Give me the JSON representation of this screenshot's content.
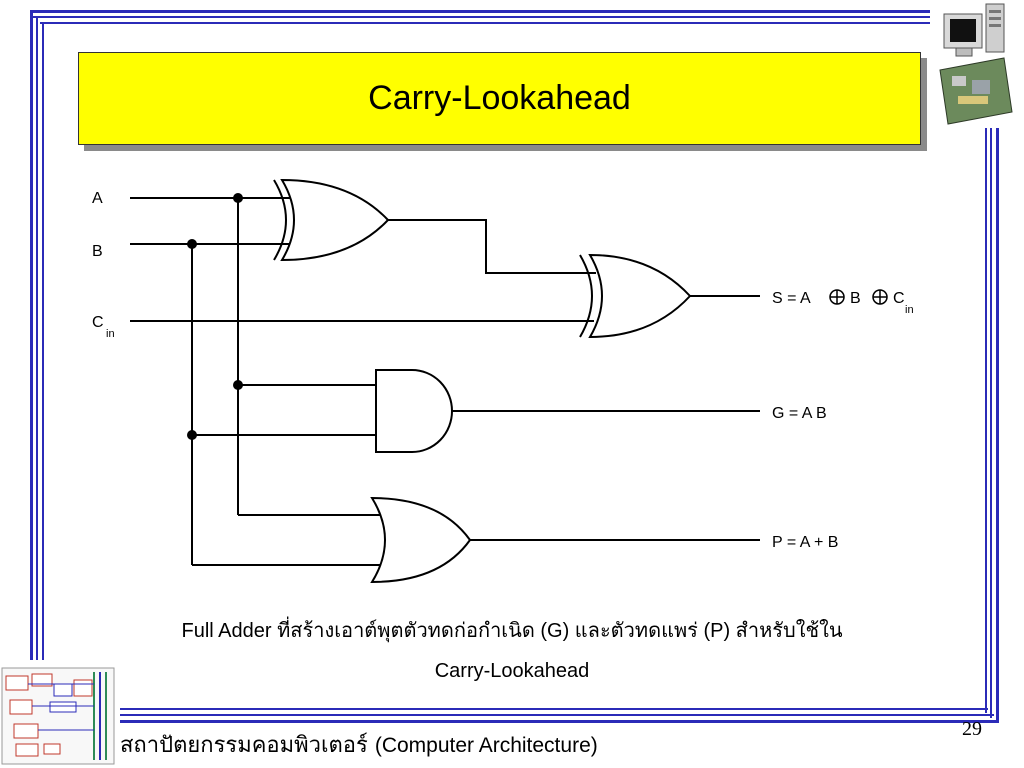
{
  "slide": {
    "title": "Carry-Lookahead",
    "caption_line1": "Full Adder ที่สร้างเอาต์พุตตัวทดก่อกำเนิด (G) และตัวทดแพร่ (P) สำหรับใช้ใน",
    "caption_line2": "Carry-Lookahead",
    "footer_thai": "สถาปัตยกรรมคอมพิวเตอร์",
    "footer_english": "(Computer Architecture)",
    "page_number": "29"
  },
  "circuit": {
    "input_a": "A",
    "input_b": "B",
    "input_c": "C",
    "input_c_sub": "in",
    "output_s": "S = A",
    "output_s_b": "B",
    "output_s_c": "C",
    "output_s_c_sub": "in",
    "output_g": "G = A B",
    "output_p": "P = A + B"
  },
  "colors": {
    "frame": "#2b2bb8",
    "title_bg": "#ffff00",
    "title_shadow": "#8a8a8a"
  },
  "icons": [
    "computer-clipart-icon",
    "system-diagram-thumbnail-icon"
  ]
}
